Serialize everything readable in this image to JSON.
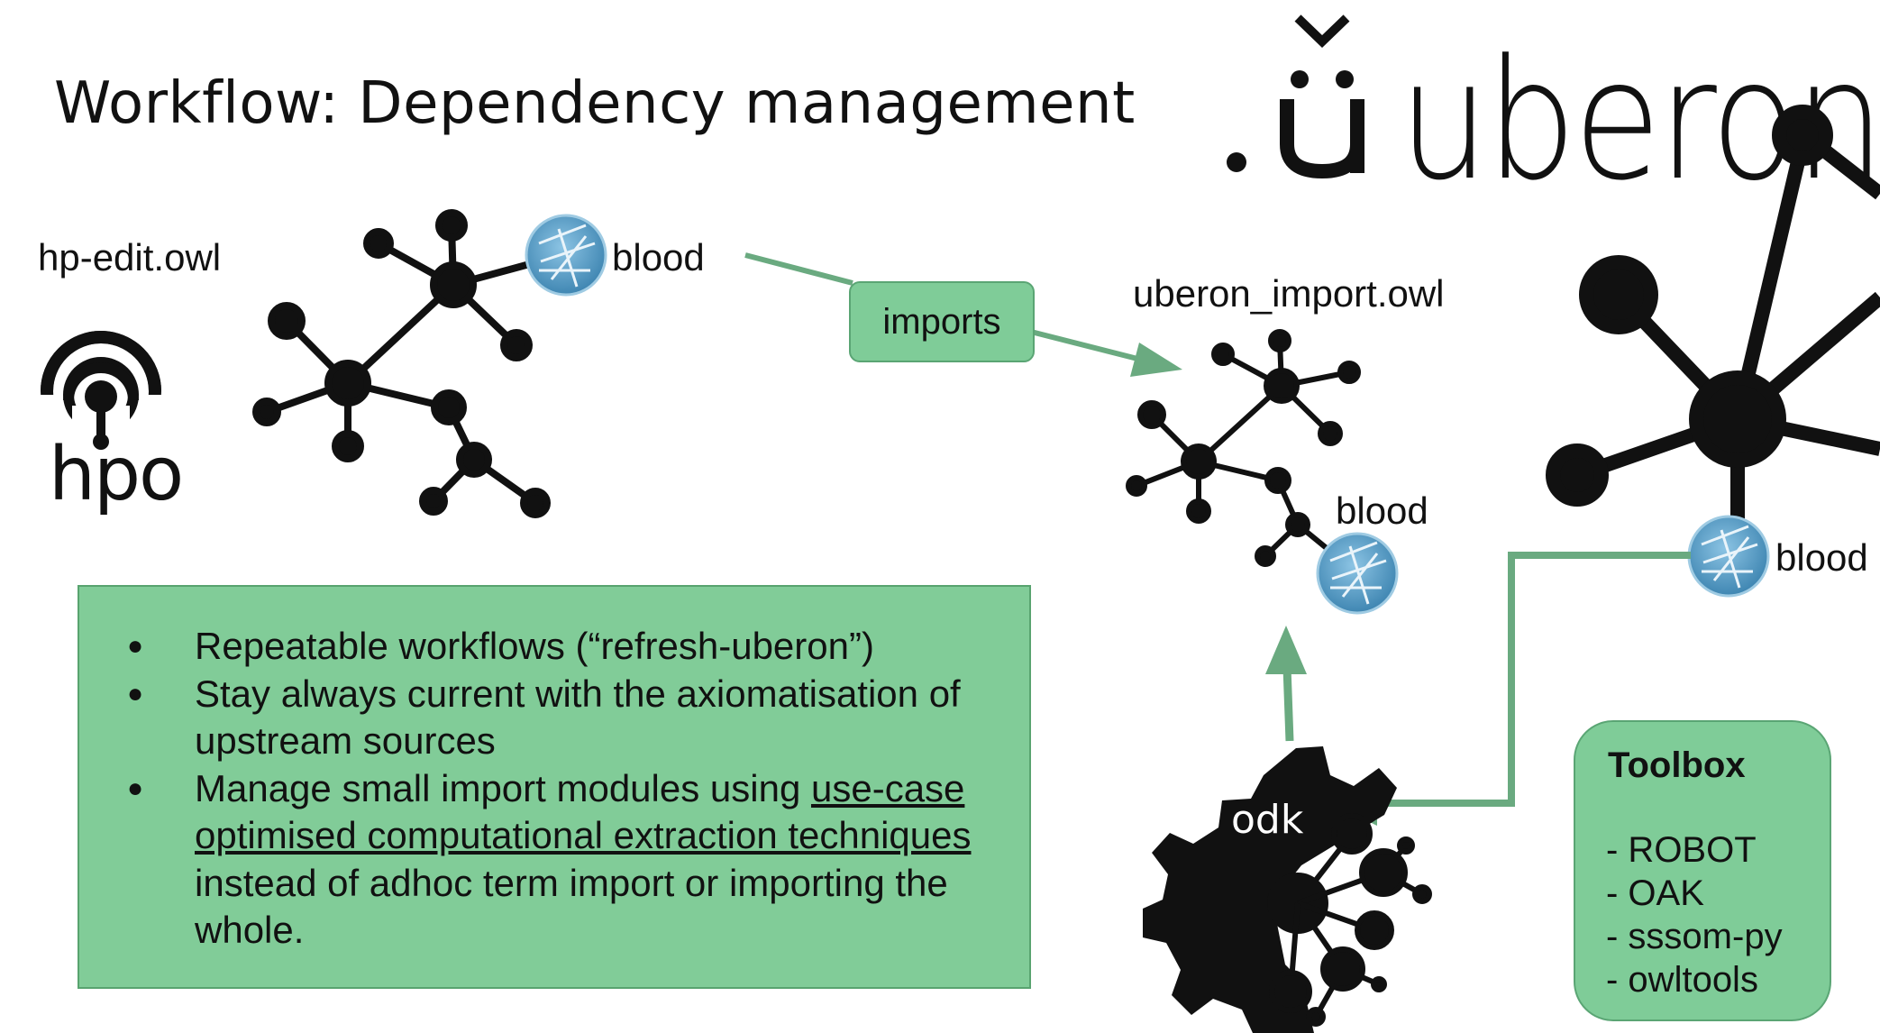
{
  "title": "Workflow: Dependency management",
  "files": {
    "hp_edit": "hp-edit.owl",
    "uberon_import": "uberon_import.owl"
  },
  "blood_labels": [
    "blood",
    "blood",
    "blood"
  ],
  "imports_label": "imports",
  "logos": {
    "hpo": "hpo",
    "uberon_mark": ".ü",
    "uberon": "uberon",
    "odk": "odk"
  },
  "bullets": {
    "item1": "Repeatable workflows (“refresh-uberon”)",
    "item2": "Stay always current with the axiomatisation of upstream sources",
    "item3_pre": "Manage small import modules using ",
    "item3_link": "use-case optimised computational extraction techniques",
    "item3_post": " instead of adhoc term import or importing the whole."
  },
  "toolbox": {
    "title": "Toolbox",
    "items": [
      "- ROBOT",
      "- OAK",
      "- sssom-py",
      "- owltools"
    ]
  },
  "colors": {
    "green_box": "#81cc98",
    "arrow_green": "#6aaa80",
    "blood_node": "#5a9ec4"
  }
}
